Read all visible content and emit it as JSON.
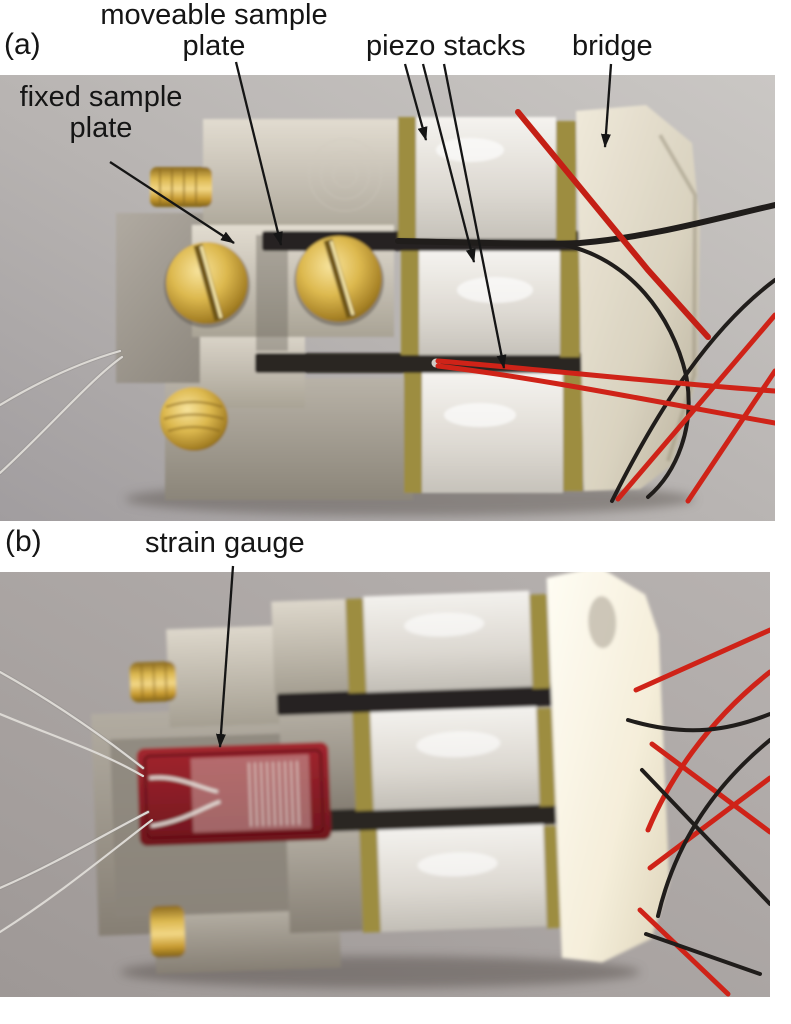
{
  "figure": {
    "panel_a": {
      "tag": "(a)",
      "label_moveable": "moveable sample plate",
      "label_fixed": "fixed sample plate",
      "label_piezo": "piezo stacks",
      "label_bridge": "bridge"
    },
    "panel_b": {
      "tag": "(b)",
      "label_strain": "strain gauge"
    },
    "colors": {
      "annotation_black": "#151515",
      "wire_red": "#cf2318",
      "wire_black": "#201d1b",
      "brass_gold": "#d9b44a",
      "piezo_white": "#efede8",
      "epoxy_olive": "#9d8d3f",
      "photo_a_background": "#bdb9b6",
      "photo_b_background": "#aea8a6",
      "strain_gauge_red": "#8c2030"
    }
  }
}
